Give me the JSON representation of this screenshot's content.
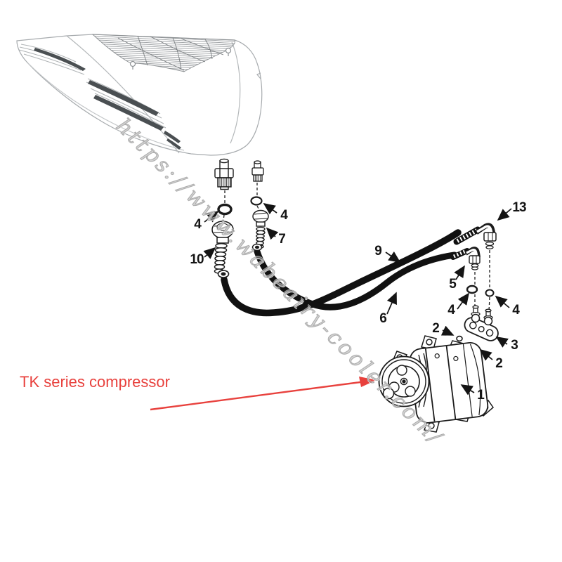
{
  "annotation": {
    "label": "TK series compressor"
  },
  "watermark": {
    "text": "https://www.wabeairy-cooler.com/"
  },
  "colors": {
    "accent_red": "#e8413d",
    "line_art": "#1b1b1b",
    "hose": "#111111",
    "unit_gray": "#a7abae"
  },
  "callouts": [
    {
      "t": "4"
    },
    {
      "t": "10"
    },
    {
      "t": "4"
    },
    {
      "t": "7"
    },
    {
      "t": "9"
    },
    {
      "t": "13"
    },
    {
      "t": "5"
    },
    {
      "t": "6"
    },
    {
      "t": "4"
    },
    {
      "t": "4"
    },
    {
      "t": "3"
    },
    {
      "t": "2"
    },
    {
      "t": "2"
    },
    {
      "t": "1"
    }
  ]
}
